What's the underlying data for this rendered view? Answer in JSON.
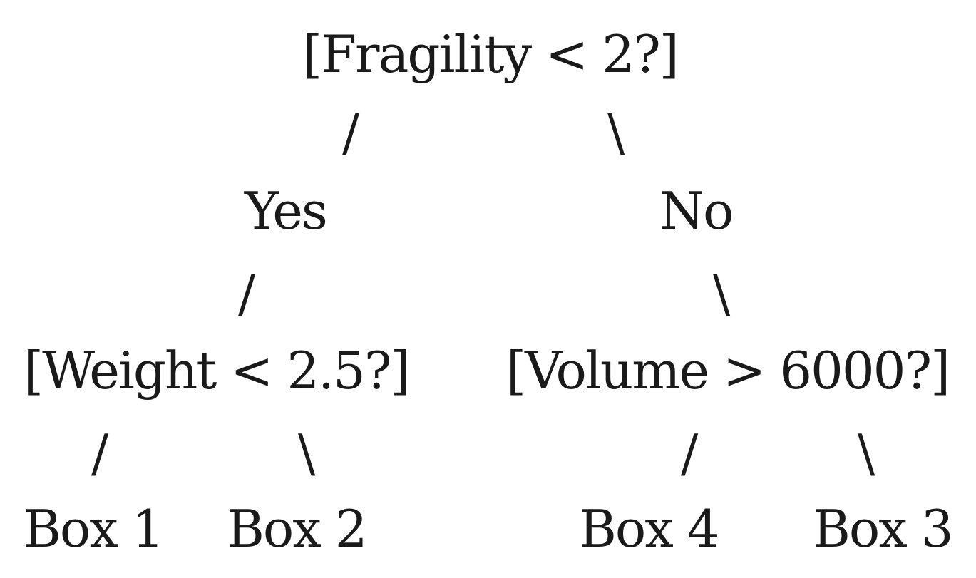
{
  "tree": {
    "root": {
      "label": "[Fragility < 2?]"
    },
    "branches": {
      "left": {
        "edge": "/",
        "label": "Yes"
      },
      "right": {
        "edge": "\\",
        "label": "No"
      }
    },
    "yes_child": {
      "edge": "/",
      "label": "[Weight < 2.5?]",
      "leaves": [
        {
          "edge": "/",
          "label": "Box 1"
        },
        {
          "edge": "\\",
          "label": "Box 2"
        }
      ]
    },
    "no_child": {
      "edge": "\\",
      "label": "[Volume > 6000?]",
      "leaves": [
        {
          "edge": "/",
          "label": "Box 4"
        },
        {
          "edge": "\\",
          "label": "Box 3"
        }
      ]
    }
  }
}
